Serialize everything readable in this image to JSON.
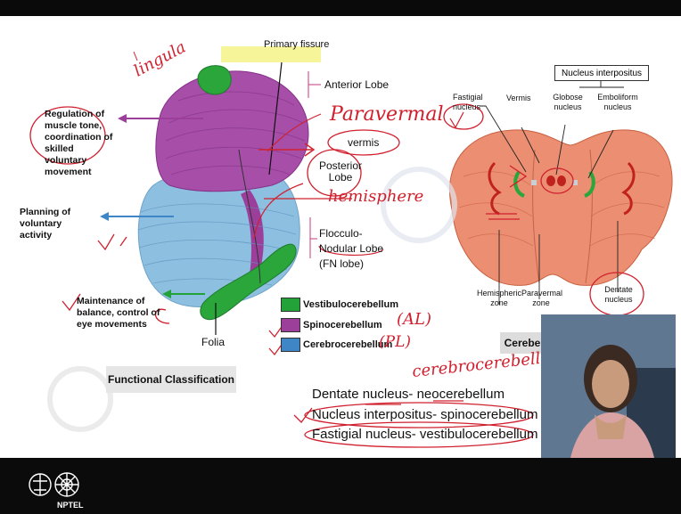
{
  "diagram": {
    "primary_fissure": "Primary fissure",
    "anterior_lobe": "Anterior Lobe",
    "vermis": "vermis",
    "posterior_lobe": "Posterior Lobe",
    "flocculo_nodular": "Flocculo-Nodular Lobe (FN lobe)",
    "folia": "Folia",
    "functional_classification": "Functional Classification",
    "func_regulation": "Regulation of muscle tone, coordination of skilled voluntary movement",
    "func_planning": "Planning of voluntary activity",
    "func_balance": "Maintenance of balance, control of eye movements",
    "legend": [
      {
        "label": "Vestibulocerebellum",
        "color": "#23a23a"
      },
      {
        "label": "Spinocerebellum",
        "color": "#9b3f9b"
      },
      {
        "label": "Cerebrocerebellum",
        "color": "#3f86c6"
      }
    ]
  },
  "nuclei": {
    "nucleus_interpositus": "Nucleus interpositus",
    "fastigial": "Fastigial nucleus",
    "vermis": "Vermis",
    "globose": "Globose nucleus",
    "emboliform": "Emboliform nucleus",
    "hemispheric_zone": "Hemispheric zone",
    "paravermal_zone": "Paravermal zone",
    "dentate": "Dentate nucleus",
    "caption": "Cerebellar nuclei"
  },
  "relations": [
    "Dentate nucleus- neocerebellum",
    "Nucleus interpositus- spinocerebellum",
    "Fastigial nucleus- vestibulocerebellum"
  ],
  "handwriting": {
    "lingula": "lingula",
    "paravermal": "Paravermal",
    "hemisphere": "hemisphere",
    "al": "(AL)",
    "pl": "(PL)",
    "cerebrocerebellum": "cerebrocerebellum"
  },
  "footer": {
    "logo_text": "NPTEL"
  },
  "colors": {
    "accent_ink": "#d0202e",
    "highlight": "#f6f59a",
    "brain_purple": "#9b3f9b",
    "brain_blue": "#7db4d8",
    "brain_green": "#23a23a"
  }
}
